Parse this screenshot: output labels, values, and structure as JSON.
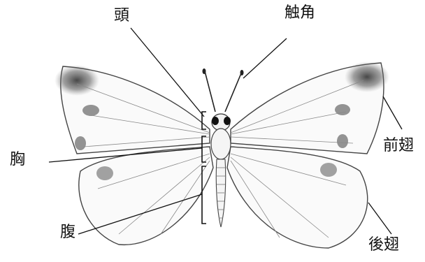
{
  "labels": {
    "head": "頭",
    "antenna": "触角",
    "thorax": "胸",
    "forewing": "前翅",
    "abdomen": "腹",
    "hindwing": "後翅"
  }
}
